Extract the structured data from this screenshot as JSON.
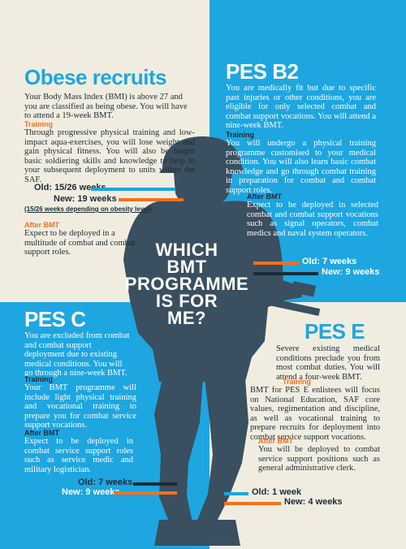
{
  "center_title": [
    "WHICH",
    "BMT",
    "PROGRAMME",
    "IS FOR",
    "ME?"
  ],
  "obese": {
    "title": "Obese recruits",
    "intro": "Your Body Mass Index (BMI) is above 27 and you are classified as being obese. You will have to attend a 19-week BMT.",
    "training_label": "Training",
    "training_text": "Through progressive physical training and low-impact aqua-exercises, you will lose weight and gain physical fitness. You will also be taught basic soldiering skills and knowledge to help in your subsequent deployment to units within the SAF.",
    "old_label": "Old:",
    "old_value": "15/26 weeks",
    "new_label": "New:",
    "new_value": "19 weeks",
    "note": "(15/26 weeks depending on obesity level)",
    "after_label": "After BMT",
    "after_text": "Expect to be deployed in a multitude of combat and combat support roles."
  },
  "pes_b2": {
    "title": "PES B2",
    "intro": "You are medically fit but due to specific past injuries or other conditions, you are eligible for only selected combat and combat support vocations. You will attend a nine-week BMT.",
    "training_label": "Training",
    "training_text": "You will undergo a physical training programme customised to your medical condition. You will also learn basic combat knowledge and go through combat training in preparation for combat and combat support roles.",
    "after_label": "After BMT",
    "after_text": "Expect to be deployed in selected combat and combat support vocations such as signal operators, combat medics and naval system operators.",
    "old_label": "Old:",
    "old_value": "7 weeks",
    "new_label": "New:",
    "new_value": "9 weeks"
  },
  "pes_c": {
    "title": "PES C",
    "intro": "You are excluded from combat and combat support deployment due to existing medical conditions. You will go through a nine-week BMT.",
    "training_label": "Training",
    "training_text": "Your BMT programme will include light physical training and vocational training to prepare you for combat service support vocations.",
    "after_label": "After BMT",
    "after_text": "Expect to be deployed in combat service support roles such as service medic and military logistician.",
    "old_label": "Old:",
    "old_value": "7 weeks",
    "new_label": "New:",
    "new_value": "9 weeks"
  },
  "pes_e": {
    "title": "PES E",
    "intro": "Severe existing medical conditions preclude you from most combat duties. You will attend a four-week BMT.",
    "training_label": "Training",
    "training_text": "BMT for PES E enlistees will focus on National Education, SAF core values, regimentation and discipline, as well as vocational training to prepare recruits for deployment into combat service support vocations.",
    "after_label": "After BMT",
    "after_text": "You will be deployed to combat service support positions such as general administrative clerk.",
    "old_label": "Old:",
    "old_value": "1 week",
    "new_label": "New:",
    "new_value": "4 weeks"
  },
  "colors": {
    "blue": "#1ea6e0",
    "cream": "#f0ede0",
    "navy": "#1d2b36",
    "orange": "#f37021",
    "silhouette": "#3a4f5f"
  }
}
